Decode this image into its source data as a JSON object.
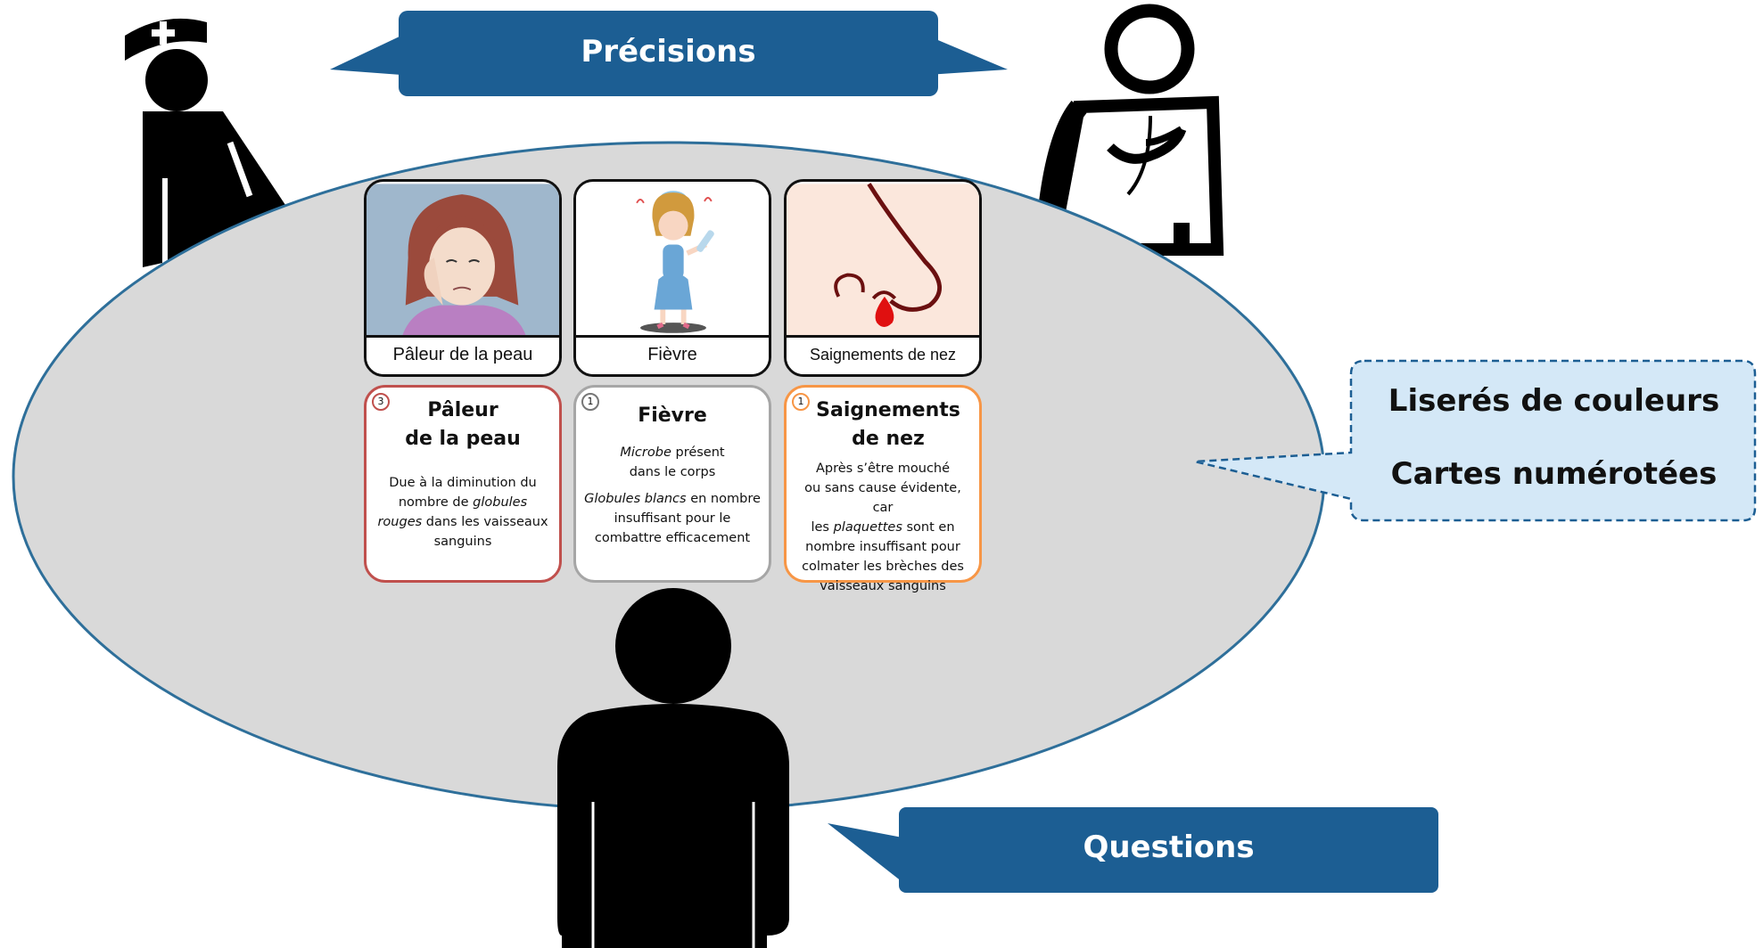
{
  "top_callout": {
    "label": "Précisions",
    "color": "#1c5e93"
  },
  "bottom_callout": {
    "label": "Questions",
    "color": "#1c5e93"
  },
  "note_callout": {
    "lines": [
      "Liserés de couleurs",
      "Cartes numérotées"
    ],
    "fill": "#d4e8f7",
    "border": "#1c5e93"
  },
  "table_fill": "#d9d9d9",
  "picture_cards": [
    {
      "caption": "Pâleur de la peau"
    },
    {
      "caption": "Fièvre"
    },
    {
      "caption": "Saignements de nez"
    }
  ],
  "text_cards": [
    {
      "number": "3",
      "border_color": "#c0504d",
      "title_line1": "Pâleur",
      "title_line2": "de la peau",
      "body_line1": "Due à la diminution du",
      "body_line2_pre": "nombre de ",
      "body_line2_em": "globules",
      "body_line3_em": "rouges",
      "body_line3_post": " dans les vaisseaux",
      "body_line4": "sanguins"
    },
    {
      "number": "1",
      "border_color": "#a6a6a6",
      "title_line1": "Fièvre",
      "body_line1_em": "Microbe",
      "body_line1_post": " présent",
      "body_line2": "dans le corps",
      "body_line3_em": "Globules blancs",
      "body_line3_post": " en nombre",
      "body_line4": "insuffisant pour le",
      "body_line5": "combattre efficacement"
    },
    {
      "number": "1",
      "border_color": "#f79646",
      "title_line1": "Saignements",
      "title_line2": "de nez",
      "body_line1": "Après s’être mouché",
      "body_line2": "ou sans cause évidente, car",
      "body_line3_pre": "les ",
      "body_line3_em": "plaquettes",
      "body_line3_post": " sont en",
      "body_line4": "nombre insuffisant pour",
      "body_line5": "colmater les brèches des",
      "body_line6": "vaisseaux sanguins"
    }
  ]
}
